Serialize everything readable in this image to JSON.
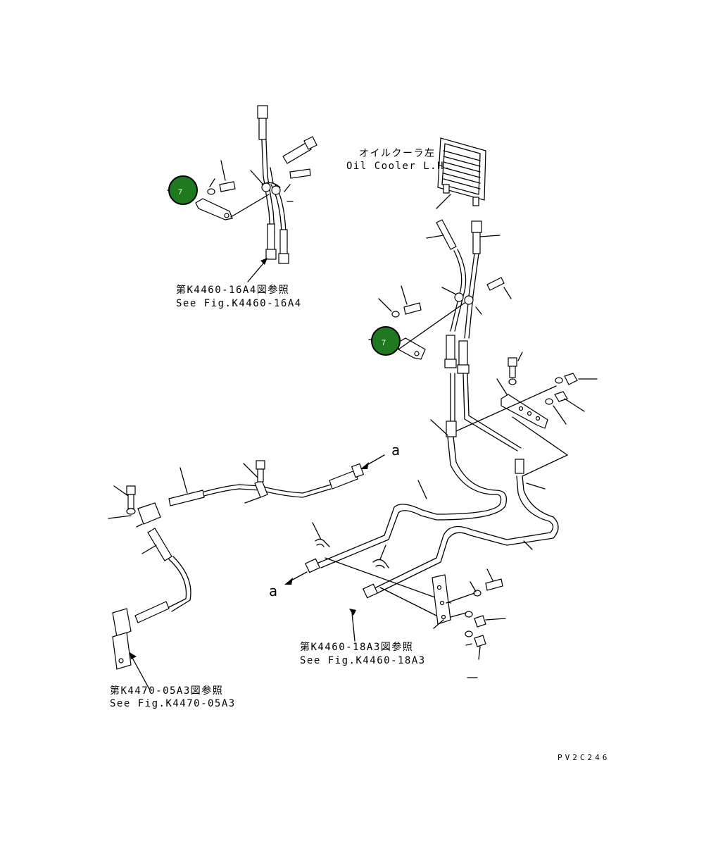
{
  "labels": {
    "oil_cooler_jp": "オイルクーラ左",
    "oil_cooler_en": "Oil Cooler L.H.",
    "ref_top_jp": "第K4460-16A4図参照",
    "ref_top_en": "See Fig.K4460-16A4",
    "ref_mid_jp": "第K4460-18A3図参照",
    "ref_mid_en": "See Fig.K4460-18A3",
    "ref_bottom_jp": "第K4470-05A3図参照",
    "ref_bottom_en": "See Fig.K4470-05A3",
    "arrow_a_top": "a",
    "arrow_a_bottom": "a",
    "drawing_code": "PV2C246"
  },
  "callouts": [
    {
      "number": "7",
      "color": "#1f7a1f"
    },
    {
      "number": "7",
      "color": "#1f7a1f"
    }
  ]
}
